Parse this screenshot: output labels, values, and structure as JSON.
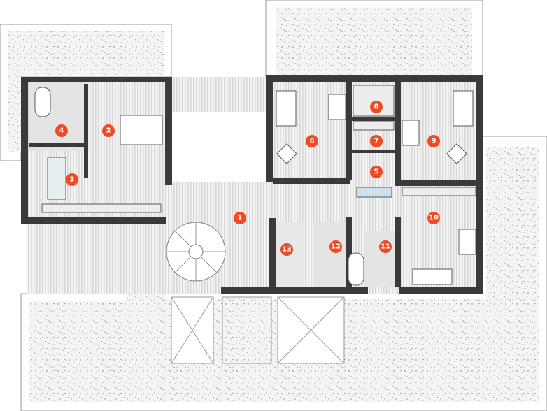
{
  "plan": {
    "room_labels": [
      {
        "number": "1"
      },
      {
        "number": "2"
      },
      {
        "number": "3"
      },
      {
        "number": "4"
      },
      {
        "number": "5"
      },
      {
        "number": "6"
      },
      {
        "number": "7"
      },
      {
        "number": "8"
      },
      {
        "number": "9"
      },
      {
        "number": "10"
      },
      {
        "number": "11"
      },
      {
        "number": "12"
      },
      {
        "number": "13"
      }
    ]
  },
  "colors": {
    "wall": "#3a3a3a",
    "floor_stripe": "#d6d6d6",
    "terrace_fill": "#ececec",
    "wet_area": "#e4e4e4",
    "label_accent": "#f04a23"
  }
}
